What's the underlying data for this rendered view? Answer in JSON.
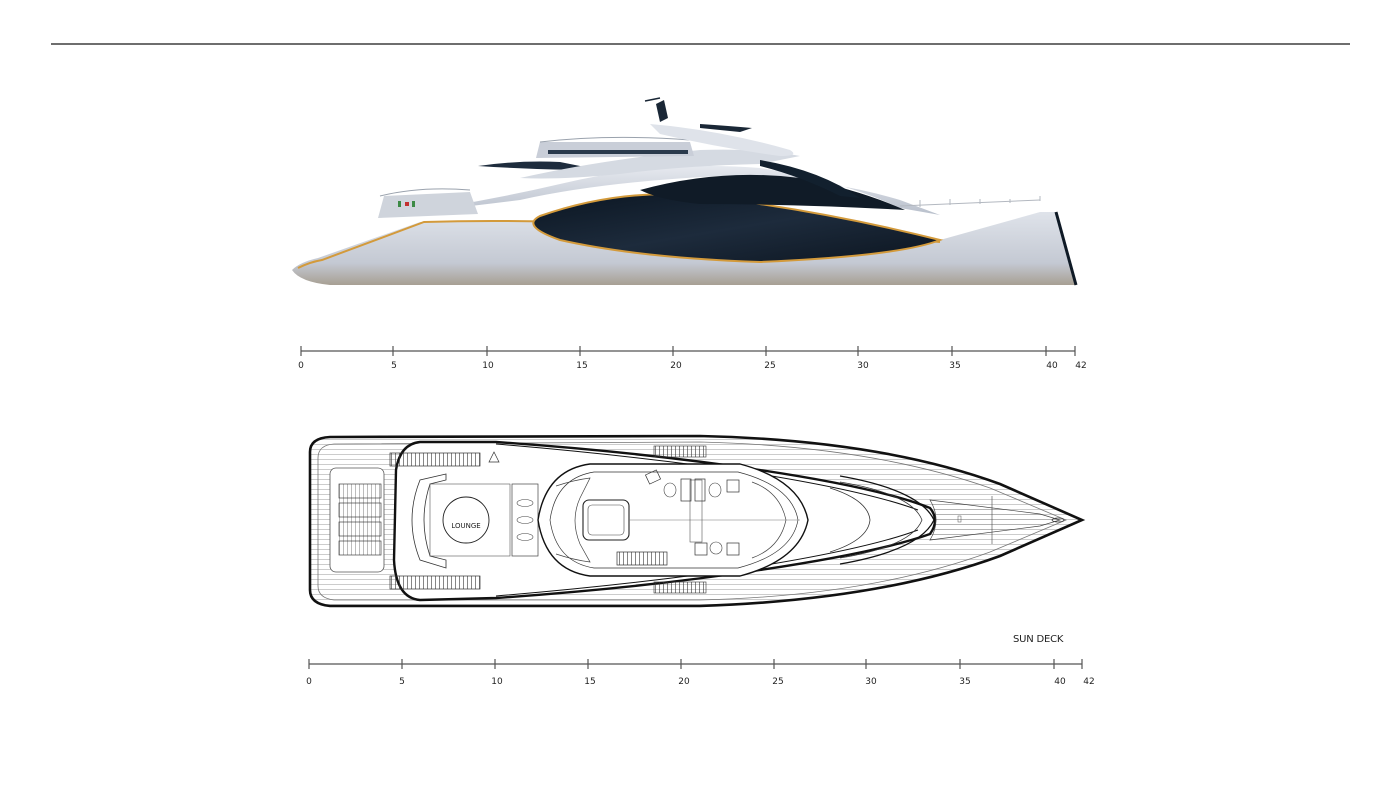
{
  "sheet": {
    "colors": {
      "rule": "#6e6e6e",
      "hull_white": "#c9ced8",
      "glass_dark": "#0f1a26",
      "accent_gold": "#d39a3b",
      "line_black": "#111111"
    }
  },
  "side_elevation": {
    "view": "profile render"
  },
  "side_scale": {
    "ticks": [
      {
        "value": 0,
        "label": "0"
      },
      {
        "value": 5,
        "label": "5"
      },
      {
        "value": 10,
        "label": "10"
      },
      {
        "value": 15,
        "label": "15"
      },
      {
        "value": 20,
        "label": "20"
      },
      {
        "value": 25,
        "label": "25"
      },
      {
        "value": 30,
        "label": "30"
      },
      {
        "value": 35,
        "label": "35"
      },
      {
        "value": 40,
        "label": "40"
      },
      {
        "value": 42,
        "label": "42"
      }
    ]
  },
  "plan_view": {
    "deck_name": "SUN DECK",
    "lounge_label": "LOUNGE"
  },
  "plan_scale": {
    "ticks": [
      {
        "value": 0,
        "label": "0"
      },
      {
        "value": 5,
        "label": "5"
      },
      {
        "value": 10,
        "label": "10"
      },
      {
        "value": 15,
        "label": "15"
      },
      {
        "value": 20,
        "label": "20"
      },
      {
        "value": 25,
        "label": "25"
      },
      {
        "value": 30,
        "label": "30"
      },
      {
        "value": 35,
        "label": "35"
      },
      {
        "value": 40,
        "label": "40"
      },
      {
        "value": 42,
        "label": "42"
      }
    ]
  }
}
